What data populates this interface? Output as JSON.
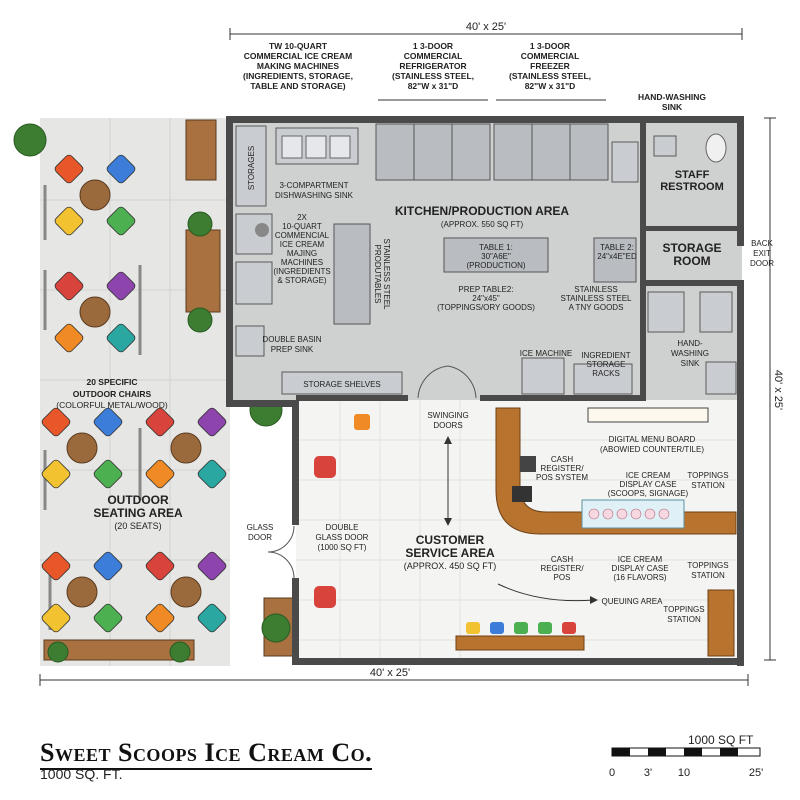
{
  "plan": {
    "overall_dim_top": "40' x 25'",
    "overall_dim_bottom": "40' x 25'",
    "overall_dim_right": "40' x 25'",
    "rooms": {
      "kitchen": {
        "title": "KITCHEN/PRODUCTION AREA",
        "area": "(APPROX. 550 SQ FT)"
      },
      "customer": {
        "title_1": "CUSTOMER",
        "title_2": "SERVICE AREA",
        "area": "(APPROX. 450 SQ FT)"
      },
      "storage": {
        "title_1": "STORAGE",
        "title_2": "ROOM"
      },
      "restroom": {
        "title_1": "STAFF",
        "title_2": "RESTROOM"
      },
      "outdoor": {
        "title_1": "OUTDOOR",
        "title_2": "SEATING AREA",
        "seats": "(20 SEATS)"
      }
    },
    "callouts": {
      "machines": [
        "TW 10-QUART",
        "COMMERCIAL ICE CREAM",
        "MAKING MACHINES",
        "(INGREDIENTS, STORAGE,",
        "TABLE AND STORAGE)"
      ],
      "refrigerator": [
        "1 3-DOOR",
        "COMMERCIAL",
        "REFRIGERATOR",
        "(STAINLESS STEEL,",
        "82\"W x 31\"D"
      ],
      "freezer": [
        "1 3-DOOR",
        "COMMERCIAL",
        "FREEZER",
        "(STAINLESS STEEL,",
        "82\"W x 31\"D"
      ],
      "hand_sink_top": [
        "HAND-WASHING",
        "SINK"
      ]
    },
    "labels": {
      "storages": "STORAGES",
      "dish_sink": [
        "3-COMPARTMENT",
        "DISHWASHING SINK"
      ],
      "machines_2x": [
        "2X",
        "10-QUART",
        "COMMENCIAL",
        "ICE CREAM",
        "MAJING",
        "MACHINES",
        "(INGREDIENTS",
        "& STORAGE)"
      ],
      "steel_prod": [
        "STAINLESS STEEL",
        "PRODUTABLES"
      ],
      "table1": [
        "TABLE 1:",
        "30\"A6E\"",
        "(PRODUCTION)"
      ],
      "prep_table": [
        "PREP TABLE2:",
        "24\"x45\"",
        "(TOPPINGS/ORY GOODS)"
      ],
      "table2": [
        "TABLE 2:",
        "24\"x4E\"ED"
      ],
      "steel_goods": [
        "STAINLESS",
        "STAINLESS STEEL",
        "A TNY GOODS"
      ],
      "back_exit": [
        "BACK",
        "EXIT",
        "DOOR"
      ],
      "double_sink": [
        "DOUBLE BASIN",
        "PREP SINK"
      ],
      "storage_shelves": "STORAGE SHELVES",
      "ice_machine": "ICE MACHINE",
      "ingredient_racks": [
        "INGREDIENT",
        "STORAGE",
        "RACKS"
      ],
      "hand_sink_right": [
        "HAND-",
        "WASHING",
        "SINK"
      ],
      "outdoor_chairs": [
        "20 SPECIFIC",
        "OUTDOOR CHAIRS",
        "(COLORFUL METAL/WOOD)"
      ],
      "swinging_doors": [
        "SWINGING",
        "DOORS"
      ],
      "menu_board": [
        "DIGITAL MENU BOARD",
        "(ABOWIED COUNTER/TILE)"
      ],
      "cash_register_1": [
        "CASH",
        "REGISTER/",
        "POS SYSTEM"
      ],
      "display_case_1": [
        "ICE CREAM",
        "DISPLAY CASE",
        "(SCOOPS, SIGNAGE)"
      ],
      "toppings_1": [
        "TOPPINGS",
        "STATION"
      ],
      "glass_door": [
        "GLASS",
        "DOOR"
      ],
      "double_glass": [
        "DOUBLE",
        "GLASS DOOR",
        "(1000 SQ FT)"
      ],
      "cash_register_2": [
        "CASH",
        "REGISTER/",
        "POS"
      ],
      "display_case_2": [
        "ICE CREAM",
        "DISPLAY CASE",
        "(16 FLAVORS)"
      ],
      "toppings_2": [
        "TOPPINGS",
        "STATION"
      ],
      "queuing": "QUEUING AREA",
      "toppings_3": [
        "TOPPINGS",
        "STATION"
      ]
    }
  },
  "footer": {
    "title": "Sweet Scoops Ice Cream Co.",
    "area": "1000 SQ. FT.",
    "scale_label": "1000 SQ FT",
    "scale_ticks": [
      "0",
      "3'",
      "10",
      "25'"
    ]
  },
  "chair_colors": [
    "#e8572a",
    "#3b7dd8",
    "#f2c230",
    "#4caf50",
    "#d8433c",
    "#8e44ad",
    "#f08a24",
    "#2aa7a0"
  ]
}
